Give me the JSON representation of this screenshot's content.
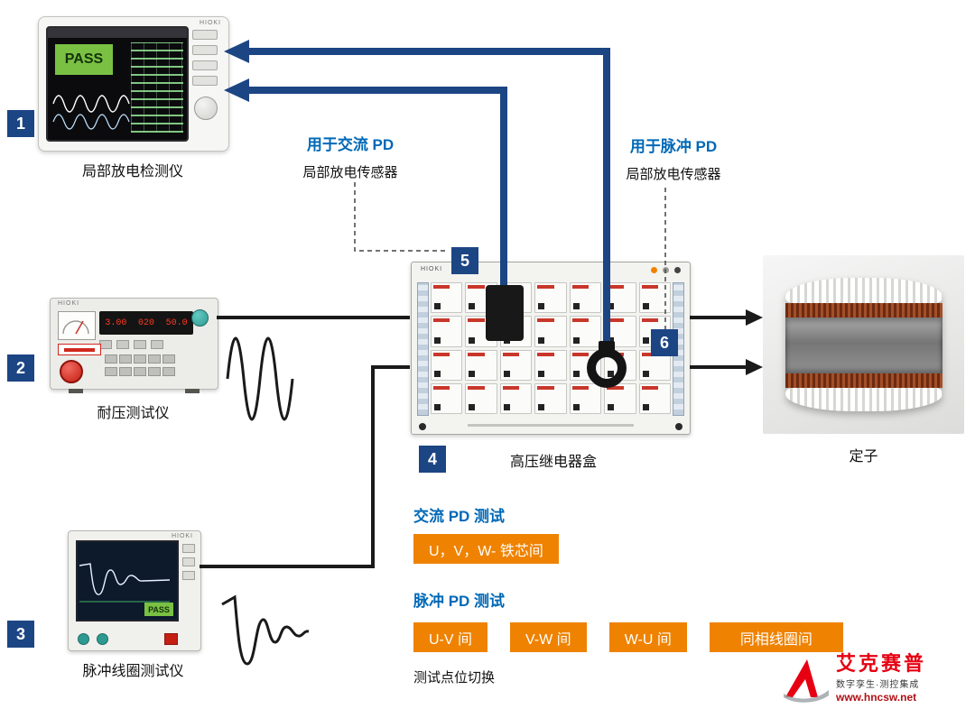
{
  "colors": {
    "badge_navy": "#1c4584",
    "heading_blue": "#0068b7",
    "chip_orange": "#ef8200",
    "logo_red": "#e60012",
    "pass_green": "#7ac143"
  },
  "pd_detector": {
    "badge": "1",
    "label": "局部放电检测仪",
    "brand": "HIOKI",
    "pass": "PASS"
  },
  "withstand_tester": {
    "badge": "2",
    "label": "耐压测试仪",
    "brand": "HIOKI",
    "display": [
      "3.00",
      "020",
      "50.0"
    ]
  },
  "pulse_tester": {
    "badge": "3",
    "label": "脉冲线圈测试仪",
    "brand": "HIOKI",
    "pass": "PASS"
  },
  "relay_box": {
    "badge": "4",
    "label": "高压继电器盒",
    "brand": "HIOKI"
  },
  "stator": {
    "label": "定子"
  },
  "sensor_ac": {
    "badge": "5",
    "line1": "用于交流 PD",
    "line2": "局部放电传感器"
  },
  "sensor_pulse": {
    "badge": "6",
    "line1": "用于脉冲 PD",
    "line2": "局部放电传感器"
  },
  "tests": {
    "ac_title": "交流 PD 测试",
    "ac_buttons": [
      "U，V，W- 铁芯间"
    ],
    "pulse_title": "脉冲 PD 测试",
    "pulse_buttons": [
      "U-V 间",
      "V-W 间",
      "W-U 间",
      "同相线圈间"
    ],
    "note": "测试点位切换"
  },
  "logo": {
    "name": "艾克赛普",
    "tagline": "数字孪生·测控集成",
    "url": "www.hncsw.net"
  }
}
